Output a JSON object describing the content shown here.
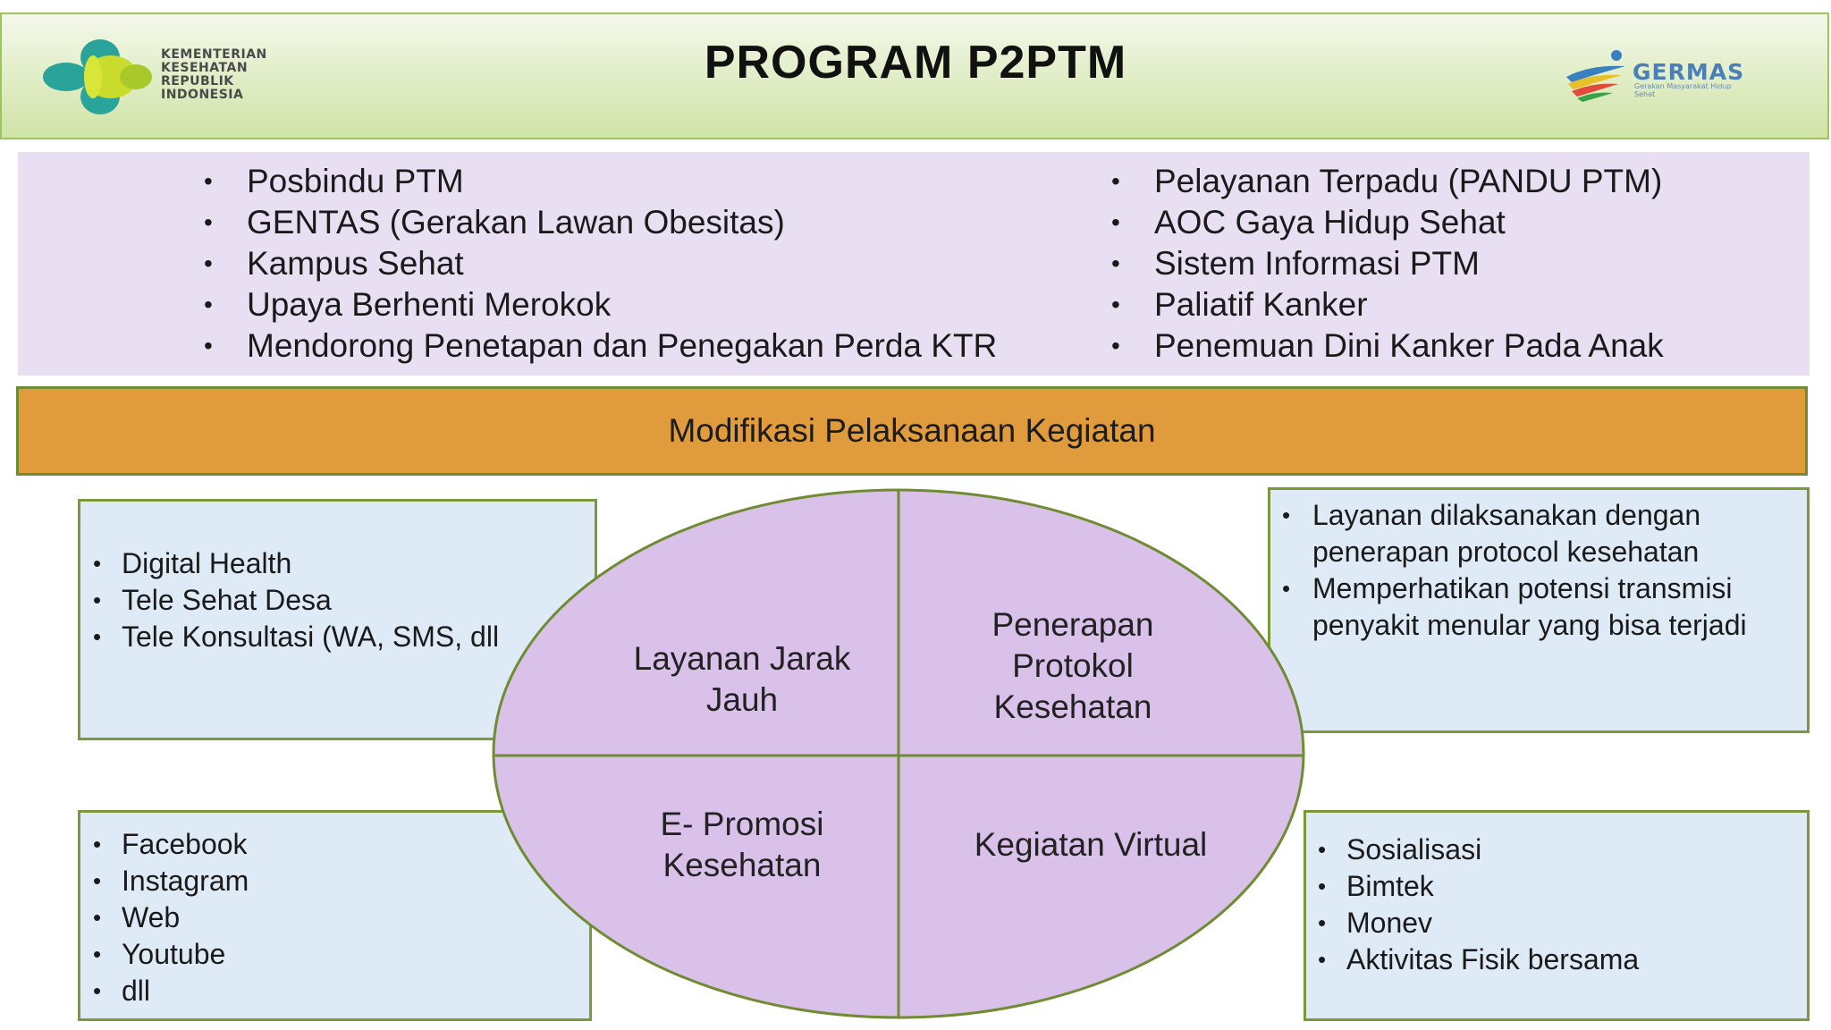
{
  "header": {
    "title": "PROGRAM P2PTM",
    "kemenkes_logo_lines": [
      "KEMENTERIAN",
      "KESEHATAN",
      "REPUBLIK",
      "INDONESIA"
    ],
    "germas_logo_text": "GERMAS",
    "germas_tagline": "Gerakan Masyarakat Hidup Sehat"
  },
  "programs": {
    "left": [
      "Posbindu PTM",
      "GENTAS (Gerakan Lawan Obesitas)",
      "Kampus Sehat",
      "Upaya Berhenti Merokok",
      "Mendorong Penetapan dan Penegakan Perda KTR"
    ],
    "right": [
      "Pelayanan Terpadu (PANDU PTM)",
      "AOC Gaya Hidup Sehat",
      "Sistem Informasi PTM",
      "Paliatif Kanker",
      "Penemuan Dini Kanker Pada Anak"
    ]
  },
  "modification_bar": "Modifikasi Pelaksanaan Kegiatan",
  "quadrants": {
    "top_left": [
      "Layanan Jarak",
      "Jauh"
    ],
    "top_right": [
      "Penerapan",
      "Protokol",
      "Kesehatan"
    ],
    "bottom_left": [
      "E- Promosi",
      "Kesehatan"
    ],
    "bottom_right": [
      "Kegiatan Virtual"
    ]
  },
  "boxes": {
    "digital": [
      "Digital Health",
      "Tele Sehat Desa",
      "Tele Konsultasi (WA, SMS, dll"
    ],
    "protocol": [
      "Layanan dilaksanakan dengan",
      "penerapan protocol kesehatan",
      "Memperhatikan potensi transmisi",
      "penyakit menular yang bisa terjadi"
    ],
    "social": [
      "Facebook",
      "Instagram",
      "Web",
      "Youtube",
      "dll"
    ],
    "virtual": [
      "Sosialisasi",
      "Bimtek",
      "Monev",
      "Aktivitas Fisik bersama"
    ]
  },
  "colors": {
    "header_green": "#cfe3a6",
    "panel_lavender": "#e8e0f2",
    "bar_orange": "#e09b3c",
    "ellipse_purple": "#d9c1ea",
    "box_blue": "#deeaf5",
    "border_olive": "#7a9a3a"
  }
}
